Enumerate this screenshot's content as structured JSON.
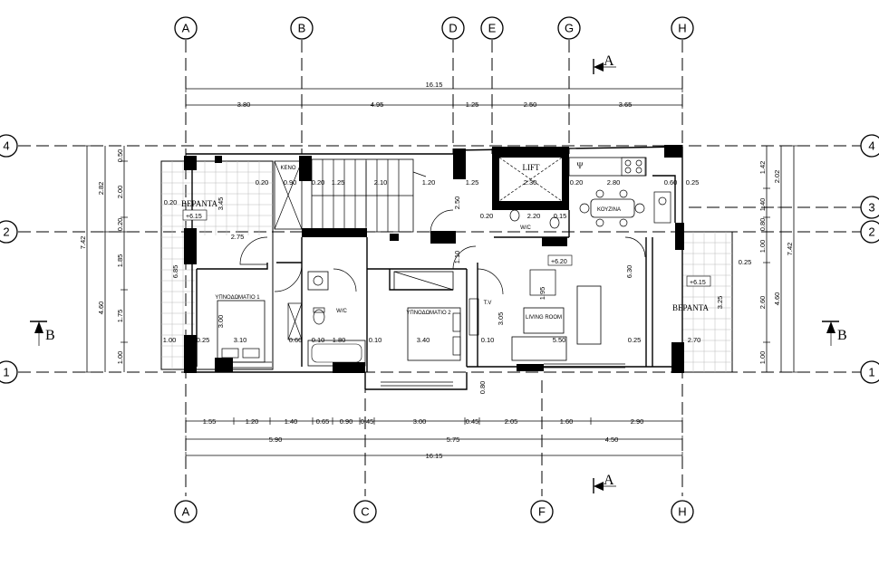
{
  "grid_top": [
    "A",
    "B",
    "D",
    "E",
    "G",
    "H"
  ],
  "grid_bottom": [
    "A",
    "C",
    "F",
    "H"
  ],
  "grid_left": [
    "4",
    "2",
    "1"
  ],
  "grid_right": [
    "4",
    "3",
    "2",
    "1"
  ],
  "dims": {
    "top_overall": "16.15",
    "top": [
      "3.80",
      "4.95",
      "1.25",
      "2.50",
      "3.65"
    ],
    "bottom_detail": [
      "1.55",
      "1.20",
      "1.40",
      "0.65",
      "0.90",
      "0.45",
      "3.00",
      "0.45",
      "2.05",
      "1.60",
      "2.90"
    ],
    "bottom_mid": [
      "5.90",
      "5.75",
      "4.50"
    ],
    "bottom_overall": "16.15",
    "left_overall": "7.42",
    "left_outer": [
      "2.82",
      "4.60"
    ],
    "left_inner": [
      "0.50",
      "2.00",
      "0.20",
      "1.85",
      "1.75",
      "1.00"
    ],
    "right_overall": "7.42",
    "right_outer": [
      "2.02",
      "4.60"
    ],
    "right_inner": [
      "1.42",
      "1.40",
      "0.80",
      "1.00",
      "2.60",
      "1.00"
    ]
  },
  "rooms": {
    "veranda_left": "ΒΕΡΑΝΤΑ",
    "veranda_left_level": "+6.15",
    "veranda_right": "ΒΕΡΑΝΤΑ",
    "veranda_right_level": "+6.15",
    "void": "KENO",
    "lift": "LIFT",
    "kitchen": "ΚΟΥΖΙΝΑ",
    "wc_small": "W/C",
    "wc_main": "W/C",
    "bedroom1": "ΥΠΝΟΔΩΜΑΤΙΟ 1",
    "bedroom2": "ΥΠΝΟΔΩΜΑΤΙΟ 2",
    "living": "LIVING ROOM",
    "tv": "T.V",
    "living_level": "+6.20",
    "psi": "Ψ"
  },
  "inner_dims": {
    "d_020a": "0.20",
    "d_090": "0.90",
    "d_020b": "0.20",
    "d_125": "1.25",
    "d_210": "2.10",
    "d_120": "1.20",
    "d_125b": "1.25",
    "d_230": "2.30",
    "d_020c": "0.20",
    "d_280": "2.80",
    "d_060": "0.60",
    "d_025r": "0.25",
    "d_020d": "0.20",
    "d_275": "2.75",
    "d_220": "2.20",
    "d_015": "0.15",
    "d_310": "3.10",
    "d_060b": "0.60",
    "d_010": "0.10",
    "d_180": "1.80",
    "d_010b": "0.10",
    "d_340": "3.40",
    "d_010c": "0.10",
    "d_550": "5.50",
    "d_270": "2.70",
    "d_100": "1.00",
    "d_025b": "0.25",
    "d_025c": "0.25",
    "d_025d": "0.25",
    "d_080": "0.80",
    "d_345": "3.45",
    "d_685": "6.85",
    "d_300": "3.00",
    "d_630": "6.30",
    "d_305": "3.05",
    "d_325": "3.25",
    "d_195": "1.95",
    "d_250": "2.50",
    "d_110": "1.10",
    "d_020e": "0.20"
  },
  "section_marks": {
    "a_top": "A",
    "a_bottom": "A",
    "b_left": "B",
    "b_right": "B"
  }
}
